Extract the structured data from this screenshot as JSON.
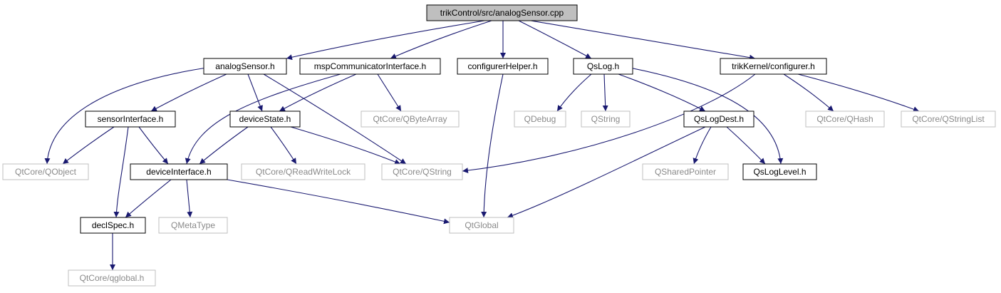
{
  "colors": {
    "edge": "#191970",
    "root_fill": "#bfbfbf",
    "node_border": "#000000",
    "external_border": "#bfbfbf",
    "external_text": "#8a8a8a"
  },
  "nodes": {
    "root": "trikControl/src/analogSensor.cpp",
    "analogSensor_h": "analogSensor.h",
    "mspCommunicatorInterface_h": "mspCommunicatorInterface.h",
    "configurerHelper_h": "configurerHelper.h",
    "QsLog_h": "QsLog.h",
    "trikKernel_configurer_h": "trikKernel/configurer.h",
    "sensorInterface_h": "sensorInterface.h",
    "deviceState_h": "deviceState.h",
    "QtCore_QByteArray": "QtCore/QByteArray",
    "QDebug": "QDebug",
    "QString": "QString",
    "QsLogDest_h": "QsLogDest.h",
    "QtCore_QHash": "QtCore/QHash",
    "QtCore_QStringList": "QtCore/QStringList",
    "QtCore_QObject": "QtCore/QObject",
    "deviceInterface_h": "deviceInterface.h",
    "QtCore_QReadWriteLock": "QtCore/QReadWriteLock",
    "QtCore_QString": "QtCore/QString",
    "QSharedPointer": "QSharedPointer",
    "QsLogLevel_h": "QsLogLevel.h",
    "declSpec_h": "declSpec.h",
    "QMetaType": "QMetaType",
    "QtGlobal": "QtGlobal",
    "QtCore_qglobal_h": "QtCore/qglobal.h"
  }
}
